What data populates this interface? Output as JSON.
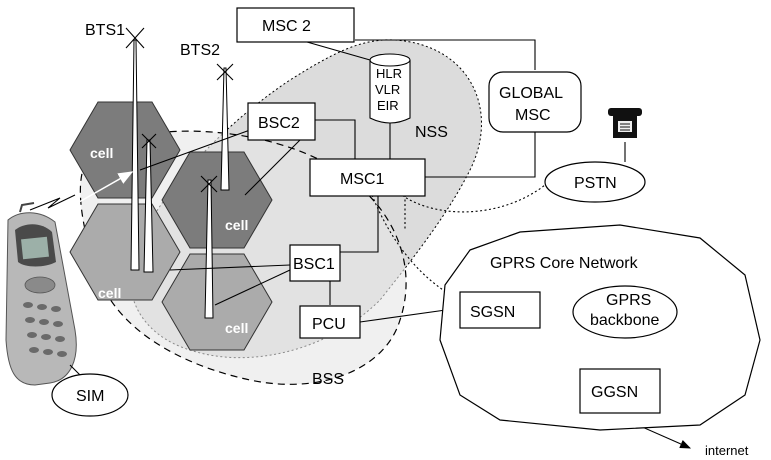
{
  "diagram": {
    "antennas": {
      "bts1": "BTS1",
      "bts2": "BTS2"
    },
    "cell_label": "cell",
    "nodes": {
      "msc2": "MSC 2",
      "hlr": "HLR",
      "vlr": "VLR",
      "eir": "EIR",
      "global_msc_line1": "GLOBAL",
      "global_msc_line2": "MSC",
      "nss": "NSS",
      "bsc2": "BSC2",
      "msc1": "MSC1",
      "pstn": "PSTN",
      "bsc1": "BSC1",
      "pcu": "PCU",
      "sgsn": "SGSN",
      "gprs_backbone_line1": "GPRS",
      "gprs_backbone_line2": "backbone",
      "ggsn": "GGSN",
      "gprs_core_network": "GPRS Core Network",
      "bss": "BSS",
      "sim": "SIM",
      "internet": "internet"
    },
    "colors": {
      "cell_dark": "#7c7c7c",
      "cell_light": "#ababab",
      "nss_area": "#dcdcdc",
      "bss_area": "#e4e4e4"
    }
  }
}
